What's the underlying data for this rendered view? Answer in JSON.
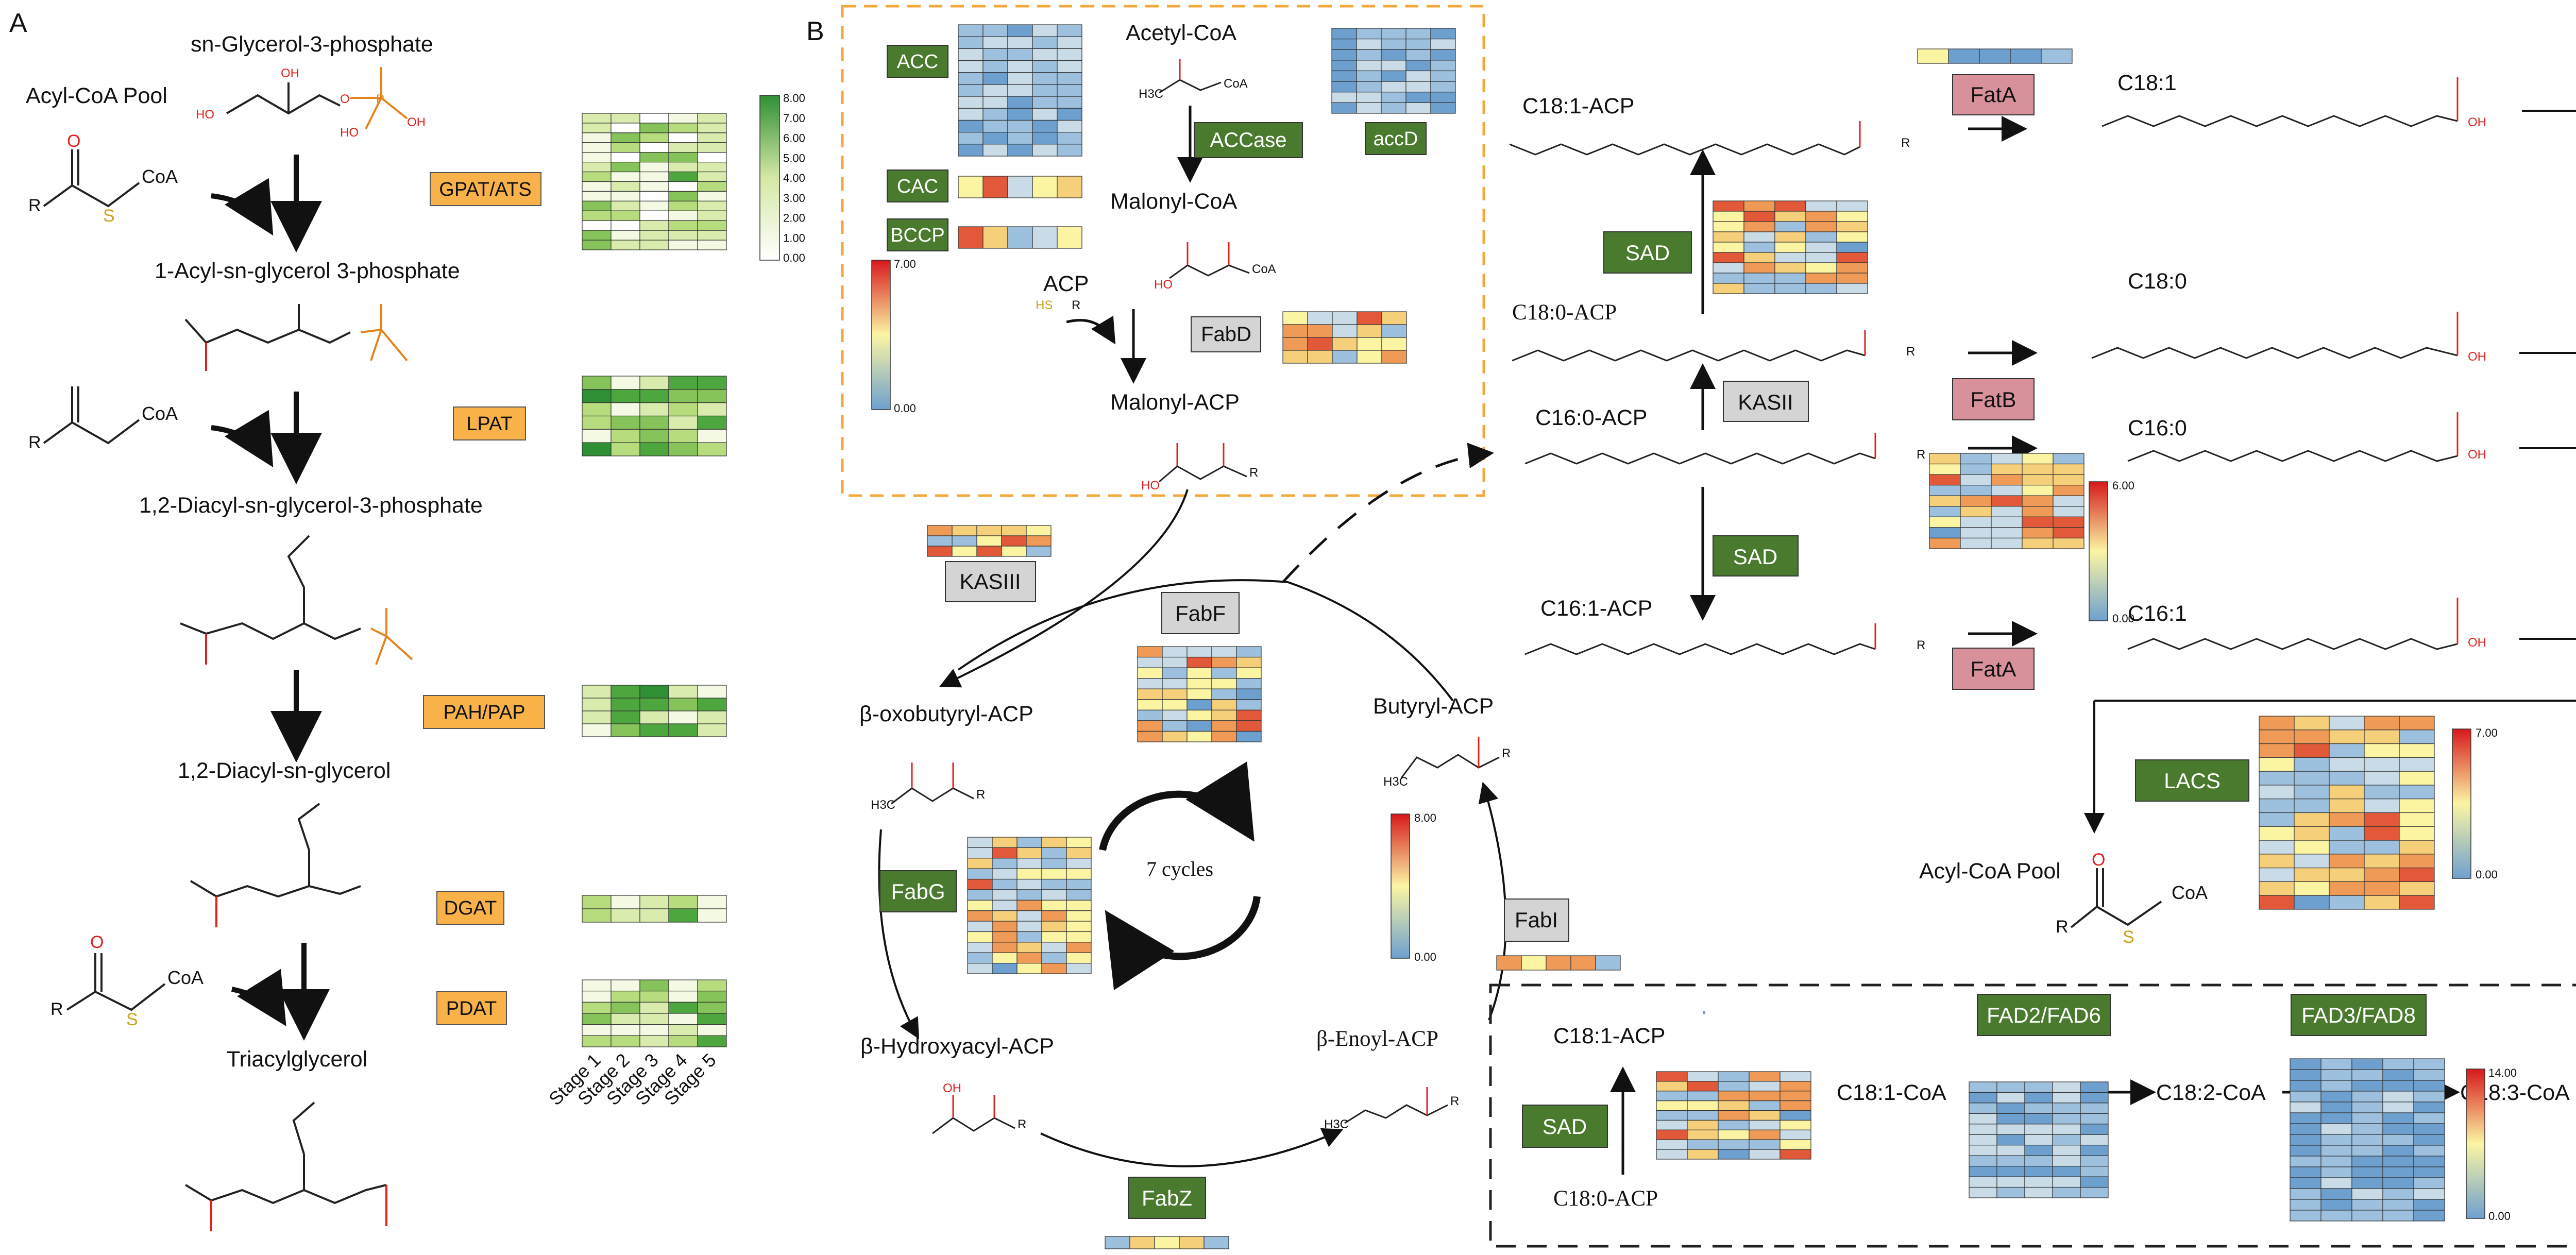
{
  "panels": {
    "a": "A",
    "b": "B"
  },
  "panel_a": {
    "acyl_pool_top": "Acyl-CoA Pool",
    "metabolites": {
      "g3p": "sn-Glycerol-3-phosphate",
      "lpa": "1-Acyl-sn-glycerol 3-phosphate",
      "pa": "1,2-Diacyl-sn-glycerol-3-phosphate",
      "dag": "1,2-Diacyl-sn-glycerol",
      "tag": "Triacylglycerol"
    },
    "enzymes": {
      "gpat": "GPAT/ATS",
      "lpat": "LPAT",
      "pah": "PAH/PAP",
      "dgat": "DGAT",
      "pdat": "PDAT"
    },
    "legend_ticks": [
      "8.00",
      "7.00",
      "6.00",
      "5.00",
      "4.00",
      "3.00",
      "2.00",
      "1.00",
      "0.00"
    ],
    "stages": [
      "Stage 1",
      "Stage 2",
      "Stage 3",
      "Stage 4",
      "Stage 5"
    ]
  },
  "panel_b": {
    "metabolites": {
      "acetyl_coa": "Acetyl-CoA",
      "malonyl_coa": "Malonyl-CoA",
      "acp": "ACP",
      "malonyl_acp": "Malonyl-ACP",
      "oxobutyryl": "β-oxobutyryl-ACP",
      "hydroxyacyl": "β-Hydroxyacyl-ACP",
      "enoyl": "β-Enoyl-ACP",
      "butyryl": "Butyryl-ACP",
      "c181acp": "C18:1-ACP",
      "c180acp": "C18:0-ACP",
      "c160acp": "C16:0-ACP",
      "c161acp": "C16:1-ACP",
      "c181": "C18:1",
      "c180": "C18:0",
      "c160": "C16:0",
      "c161": "C16:1",
      "acyl_pool": "Acyl-CoA Pool",
      "d_c181acp": "C18:1-ACP",
      "d_c180acp": "C18:0-ACP",
      "d_c181coa": "C18:1-CoA",
      "d_c182coa": "C18:2-CoA",
      "d_c183coa": "C18:3-CoA"
    },
    "cycles": "7 cycles",
    "enzymes": {
      "acc": "ACC",
      "cac": "CAC",
      "bccp": "BCCP",
      "accase": "ACCase",
      "accd": "accD",
      "fabd": "FabD",
      "kasiii": "KASIII",
      "fabf": "FabF",
      "fabg": "FabG",
      "fabz": "FabZ",
      "fabi": "FabI",
      "sad1": "SAD",
      "kasii": "KASII",
      "sad2": "SAD",
      "fata1": "FatA",
      "fatb": "FatB",
      "fata2": "FatA",
      "lacs": "LACS",
      "sad3": "SAD",
      "fad26": "FAD2/FAD6",
      "fad38": "FAD3/FAD8"
    },
    "legend_green_ticks": [
      "7.00",
      "0.00"
    ],
    "legend_fat_ticks": [
      "6.00",
      "0.00"
    ],
    "legend_fabi_ticks": [
      "8.00",
      "0.00"
    ],
    "legend_lacs_ticks": [
      "7.00",
      "0.00"
    ],
    "legend_fad_ticks": [
      "14.00",
      "0.00"
    ]
  },
  "chem": {
    "coa": "CoA",
    "r": "R",
    "ho": "HO",
    "oh": "OH",
    "p": "P",
    "o": "O",
    "s": "S",
    "h3c": "H3C",
    "hs": "HS"
  },
  "colors": {
    "enzyme_green": "#4a7a2e",
    "enzyme_orange": "#f9b24a",
    "enzyme_grey": "#d4d4d4",
    "enzyme_pink": "#d8919b",
    "dash_orange": "#f4a83b",
    "oxygen_red": "#e0211d",
    "sulfur_yellow": "#c9a21c",
    "phosphorus_orange": "#e5841f"
  }
}
